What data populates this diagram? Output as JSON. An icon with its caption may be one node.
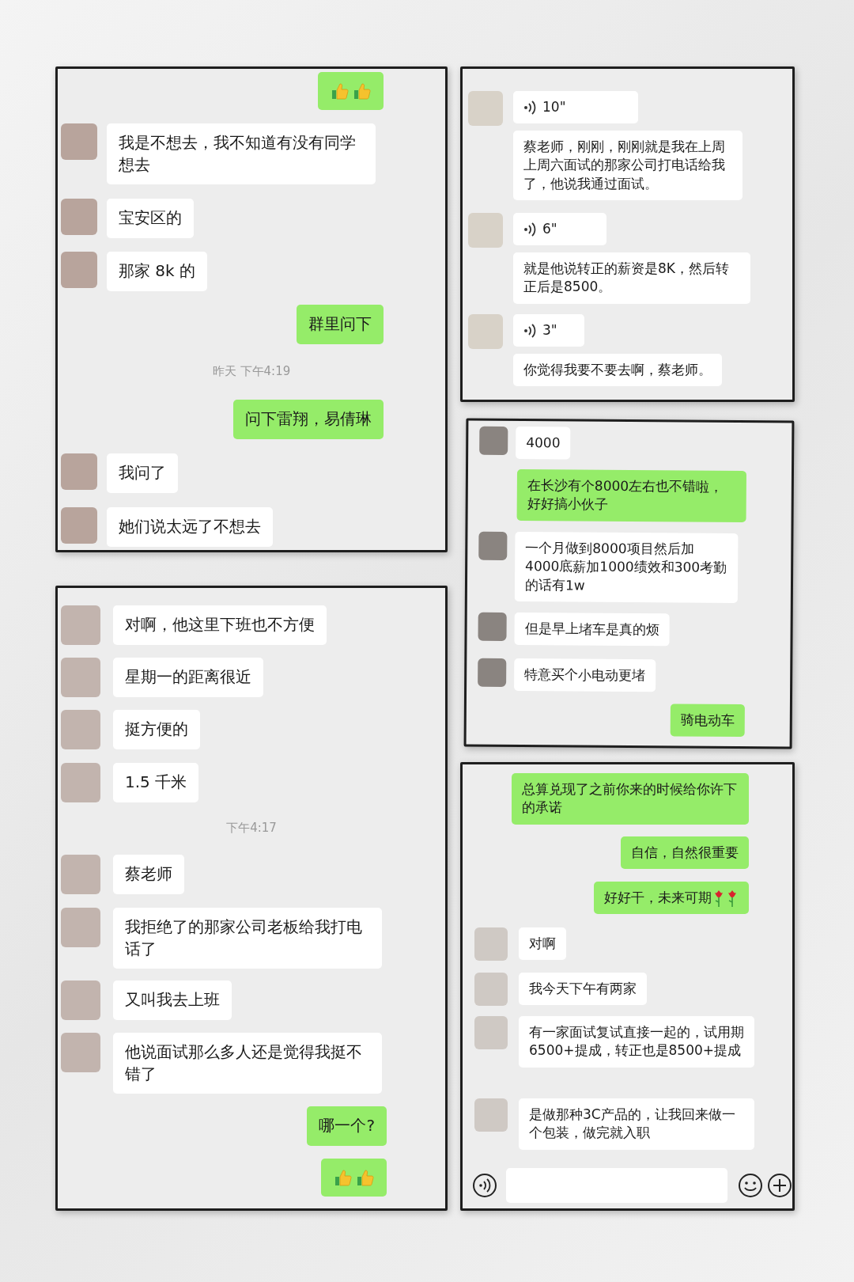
{
  "diagram": {
    "nodes": [
      {
        "text": [],
        "shape": "box"
      },
      {
        "text": [],
        "shape": "box",
        "in": 0
      },
      {
        "text": [
          "我是不想去，我不知道有没有同学想去"
        ],
        "in": 0
      },
      {
        "text": [
          "宝安区的"
        ],
        "in": 0
      },
      {
        "text": [
          "那家 8k 的"
        ],
        "in": 0
      },
      {
        "text": [
          "群里问下"
        ],
        "in": 0
      },
      {
        "text": [
          "问下雷翔，易倩琳"
        ],
        "in": 0
      },
      {
        "text": [
          "我问了"
        ],
        "in": 0
      },
      {
        "text": [
          "她们说太远了不想去"
        ],
        "in": 0
      },
      {
        "text": [],
        "shape": "box"
      },
      {
        "text": [
          "10\""
        ],
        "in": 9
      },
      {
        "text": [
          "蔡老师，刚刚，刚刚就是我在上周上周六面试的那家公司打电话给我了，他说我通过面试。"
        ],
        "in": 9
      },
      {
        "text": [
          "6\""
        ],
        "in": 9
      },
      {
        "text": [
          "就是他说转正的薪资是8K，然后转正后是8500。"
        ],
        "in": 9
      },
      {
        "text": [
          "3\""
        ],
        "in": 9
      },
      {
        "text": [
          "你觉得我要不要去啊，蔡老师。"
        ],
        "in": 9
      },
      {
        "text": [],
        "shape": "box"
      },
      {
        "text": [
          "4000"
        ],
        "in": 16
      },
      {
        "text": [
          "在长沙有个8000左右也不错啦，好好搞小伙子"
        ],
        "in": 16
      },
      {
        "text": [
          "一个月做到8000项目然后加4000底薪加1000绩效和300考勤的话有1w"
        ],
        "in": 16
      },
      {
        "text": [
          "但是早上堵车是真的烦"
        ],
        "in": 16
      },
      {
        "text": [
          "特意买个小电动更堵"
        ],
        "in": 16
      },
      {
        "text": [
          "骑电动车"
        ],
        "in": 16
      },
      {
        "text": [],
        "shape": "box"
      },
      {
        "text": [
          "对啊，他这里下班也不方便"
        ],
        "in": 23
      },
      {
        "text": [
          "星期一的距离很近"
        ],
        "in": 23
      },
      {
        "text": [
          "挺方便的"
        ],
        "in": 23
      },
      {
        "text": [
          "1.5 千米"
        ],
        "in": 23
      },
      {
        "text": [
          "蔡老师"
        ],
        "in": 23
      },
      {
        "text": [
          "我拒绝了的那家公司老板给我打电话了"
        ],
        "in": 23
      },
      {
        "text": [
          "又叫我去上班"
        ],
        "in": 23
      },
      {
        "text": [
          "他说面试那么多人还是觉得我挺不错了"
        ],
        "in": 23
      },
      {
        "text": [
          "哪一个?"
        ],
        "in": 23
      },
      {
        "text": [],
        "shape": "box",
        "in": 23
      },
      {
        "text": [],
        "shape": "box"
      },
      {
        "text": [
          "总算兑现了之前你来的时候给你许下的承诺"
        ],
        "in": 34
      },
      {
        "text": [
          "自信，自然很重要"
        ],
        "in": 34
      },
      {
        "text": [
          "好好干，未来可期"
        ],
        "in": 34
      },
      {
        "text": [
          "对啊"
        ],
        "in": 34
      },
      {
        "text": [
          "我今天下午有两家"
        ],
        "in": 34
      },
      {
        "text": [
          "有一家面试复试直接一起的，试用期6500+提成，转正也是8500+提成"
        ],
        "in": 34
      },
      {
        "text": [
          "是做那种3C产品的，让我回来做一个包装，做完就入职"
        ],
        "in": 34
      },
      {
        "text": [],
        "shape": "box",
        "in": 34
      }
    ],
    "labels": [
      "昨天 下午4:19",
      "下午4:17"
    ]
  }
}
